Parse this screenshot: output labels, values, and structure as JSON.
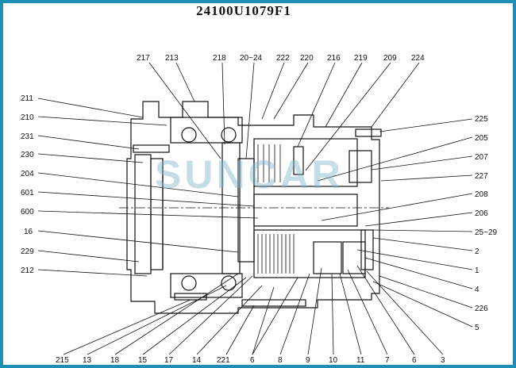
{
  "title": "24100U1079F1",
  "watermark": "SUNCAR",
  "frame_color": "#1b8fb6",
  "callouts": {
    "top": [
      "217",
      "213",
      "218",
      "20~24",
      "222",
      "220",
      "216",
      "219",
      "209",
      "224"
    ],
    "left": [
      "211",
      "210",
      "231",
      "230",
      "204",
      "601",
      "600",
      "16",
      "229",
      "212"
    ],
    "right": [
      "225",
      "205",
      "207",
      "227",
      "208",
      "206",
      "25~29",
      "2",
      "1",
      "4",
      "226",
      "5"
    ],
    "bottom": [
      "215",
      "13",
      "18",
      "15",
      "17",
      "14",
      "221",
      "6",
      "8",
      "9",
      "10",
      "11",
      "7",
      "6",
      "3"
    ]
  }
}
